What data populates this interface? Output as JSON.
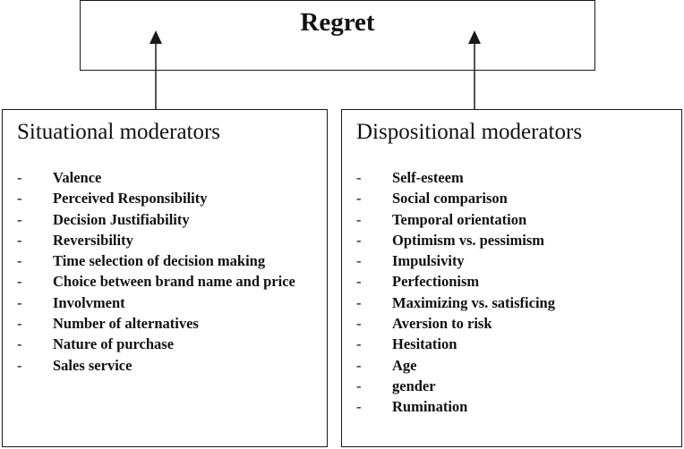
{
  "title": "Regret",
  "left_box": {
    "heading": "Situational moderators",
    "items": [
      "Valence",
      "Perceived Responsibility",
      "Decision Justifiability",
      "Reversibility",
      "Time selection of decision making",
      "Choice between brand name and price",
      "Involvment",
      "Number of alternatives",
      "Nature of purchase",
      "Sales service"
    ]
  },
  "right_box": {
    "heading": "Dispositional moderators",
    "items": [
      "Self-esteem",
      "Social comparison",
      "Temporal orientation",
      "Optimism vs. pessimism",
      "Impulsivity",
      "Perfectionism",
      "Maximizing vs. satisficing",
      "Aversion to risk",
      "Hesitation",
      "Age",
      "gender",
      "Rumination"
    ]
  },
  "bullet_marker": "-"
}
